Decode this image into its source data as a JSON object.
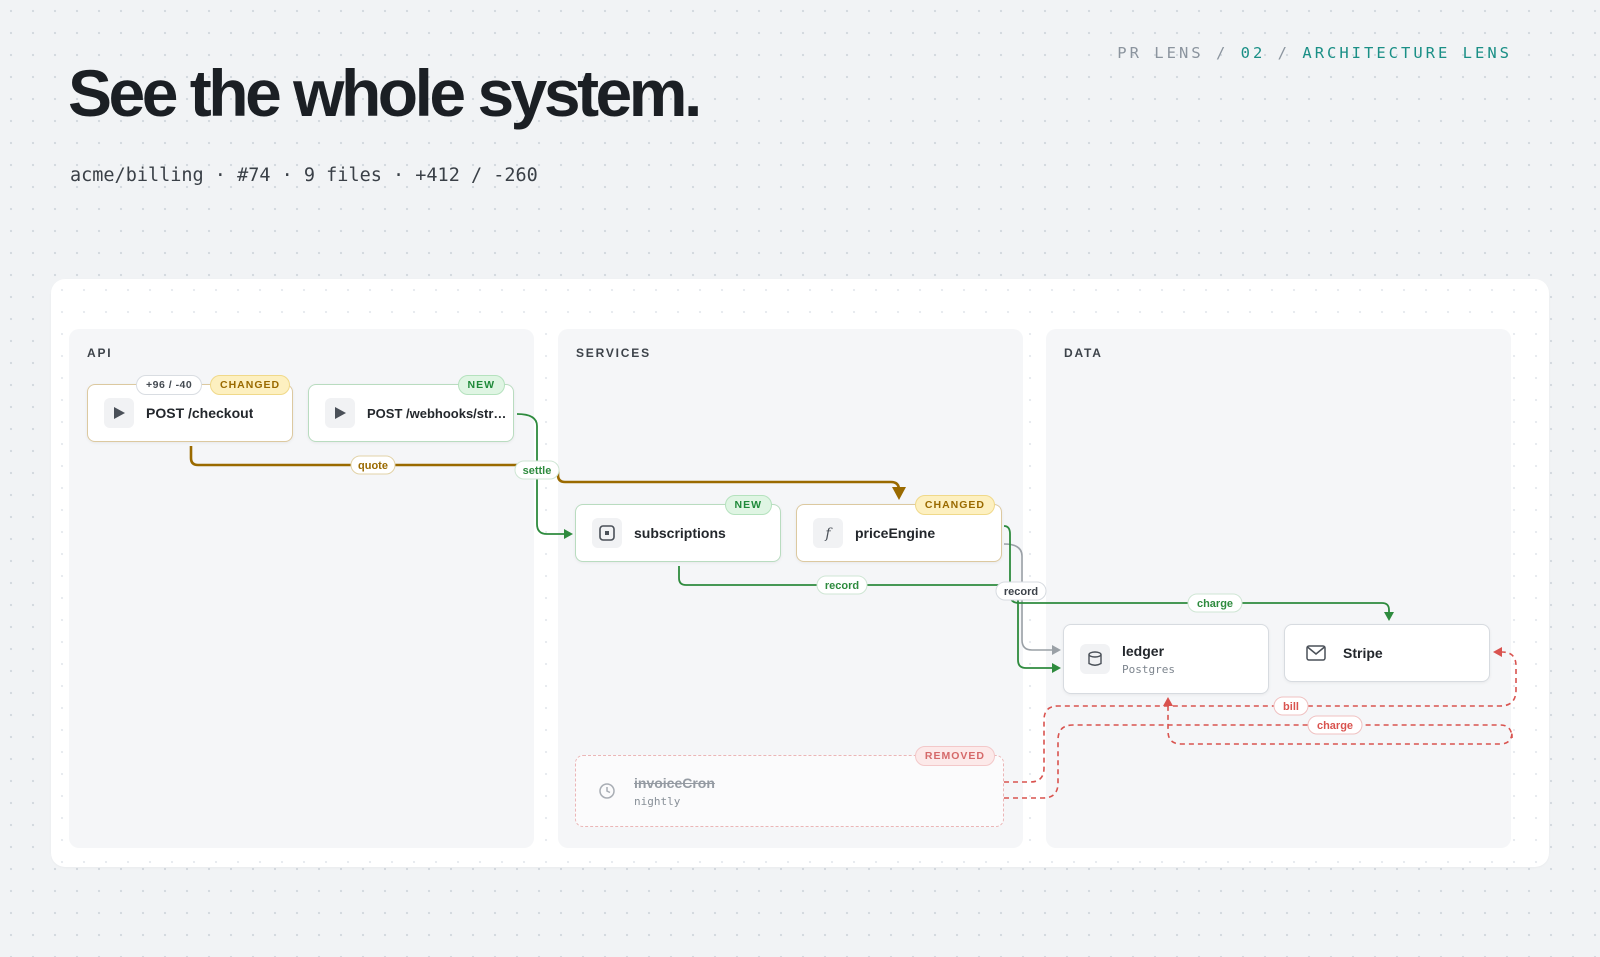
{
  "header": {
    "kicker_prefix": "PR LENS",
    "kicker_sep": "/",
    "kicker_num": "02",
    "kicker_name": "ARCHITECTURE LENS",
    "title": "See the whole system.",
    "subtitle": "acme/billing · #74 · 9 files · +412 / -260"
  },
  "lanes": [
    {
      "label": "API"
    },
    {
      "label": "SERVICES"
    },
    {
      "label": "DATA"
    }
  ],
  "nodes": {
    "checkout": {
      "name": "POST /checkout",
      "status": "CHANGED",
      "diff": "+96 / -40",
      "icon": "play-icon"
    },
    "webhooks": {
      "name": "POST /webhooks/stri...",
      "status": "NEW",
      "icon": "play-icon"
    },
    "subscriptions": {
      "name": "subscriptions",
      "status": "NEW",
      "icon": "module-icon"
    },
    "priceEngine": {
      "name": "priceEngine",
      "status": "CHANGED",
      "icon": "function-icon"
    },
    "invoiceCron": {
      "name": "invoiceCron",
      "sub": "nightly",
      "status": "REMOVED",
      "icon": "clock-icon"
    },
    "ledger": {
      "name": "ledger",
      "sub": "Postgres",
      "icon": "database-icon"
    },
    "stripe": {
      "name": "Stripe",
      "icon": "mail-icon"
    }
  },
  "edges": {
    "quote": "quote",
    "settle": "settle",
    "record1": "record",
    "record2": "record",
    "charge": "charge",
    "bill": "bill",
    "charge_removed": "charge"
  },
  "colors": {
    "changed": "#9a6a00",
    "new": "#2e8b3e",
    "removed": "#d9534f",
    "neutral": "#9aa0a6",
    "accent": "#1a8f86"
  }
}
